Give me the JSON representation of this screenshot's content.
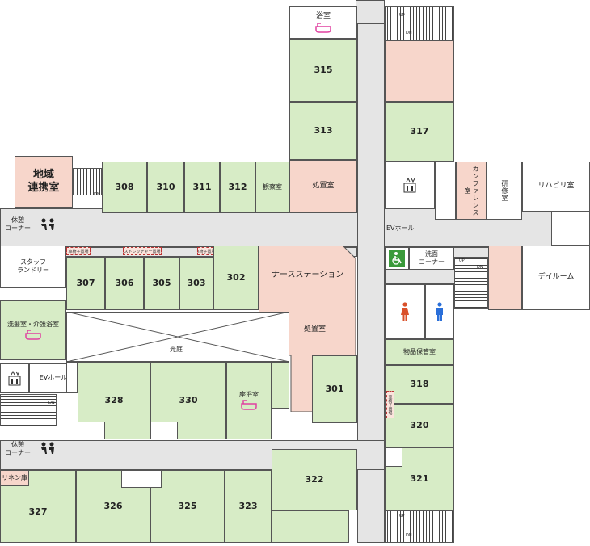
{
  "rooms": {
    "r315": "315",
    "r313": "313",
    "r317": "317",
    "r308": "308",
    "r310": "310",
    "r311": "311",
    "r312": "312",
    "r307": "307",
    "r306": "306",
    "r305": "305",
    "r303": "303",
    "r302": "302",
    "r301": "301",
    "r328": "328",
    "r330": "330",
    "r318": "318",
    "r320": "320",
    "r321": "321",
    "r322": "322",
    "r327": "327",
    "r326": "326",
    "r325": "325",
    "r323": "323"
  },
  "labels": {
    "bath_top": "浴室",
    "chiiki_renkei": "地域\n連携室",
    "kansatsu": "観察室",
    "shochi_top": "処置室",
    "conference": "カンファレンス室",
    "kenshu": "研修室",
    "rehab": "リハビリ室",
    "day_room": "デイルーム",
    "ev_hall_center": "EVホール",
    "senmen_corner": "洗面\nコーナー",
    "kyukei_top": "休憩\nコーナー",
    "kyukei_bottom": "休憩\nコーナー",
    "staff_laundry": "スタッフ\nランドリー",
    "nurse_station": "ナースステーション",
    "shochi_mid": "処置室",
    "sempatsu_kaigo": "洗髪室・介護浴室",
    "kouteii": "光庭",
    "ev_hall_left": "EVホール",
    "zayoku": "座浴室",
    "buppin": "物品保管室",
    "linen": "リネン庫",
    "wheelchair_a": "車椅子置場",
    "stretcher": "ストレッチャー置場",
    "wheelchair_b": "車椅子置場",
    "wheelchair_c": "車椅子置場"
  },
  "stair_marks": {
    "up": "UP",
    "dn": "DN"
  },
  "icons": [
    "bathtub-icon",
    "elevator-icon",
    "wheelchair-icon",
    "restroom-male-icon",
    "restroom-female-icon",
    "rest-people-icon"
  ],
  "colors": {
    "room_green": "#d7ecc6",
    "room_pink": "#f7d6cb",
    "corridor": "#e5e5e5",
    "icon_pink": "#e040a0"
  }
}
